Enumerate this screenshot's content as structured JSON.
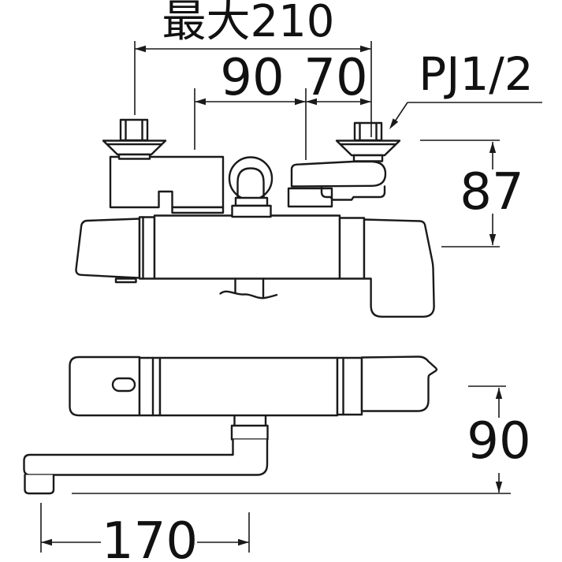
{
  "colors": {
    "background": "#ffffff",
    "line": "#1a1a1a",
    "text": "#111111"
  },
  "dimension_labels": {
    "max_width": "最大210",
    "left_span": "90",
    "right_span": "70",
    "thread": "PJ1/2",
    "inlet_height": "87",
    "spout_drop": "90",
    "spout_reach": "170"
  }
}
